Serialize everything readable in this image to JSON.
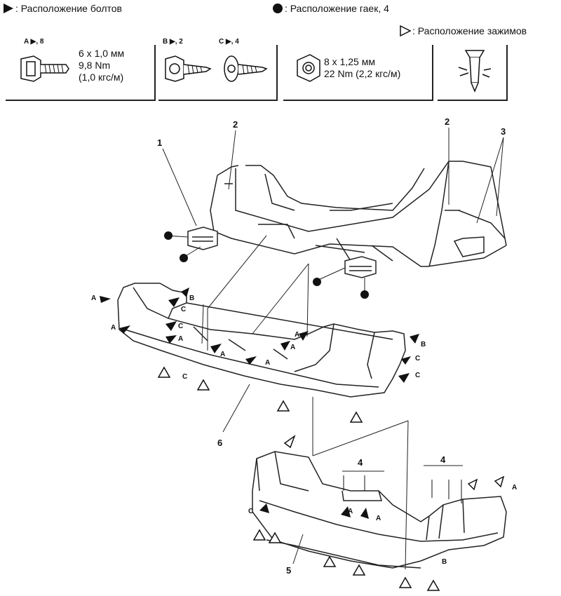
{
  "legend": {
    "bolts_label": ": Расположение болтов",
    "nuts_label": ": Расположение гаек, 4",
    "clips_label": ": Расположение зажимов"
  },
  "fasteners": {
    "bolt_a": {
      "code": "A ▶, 8",
      "size": "6 x 1,0 мм",
      "torque": "9,8 Nm",
      "torque_alt": "(1,0 кгс/м)"
    },
    "bolt_b": {
      "code": "B ▶, 2"
    },
    "bolt_c": {
      "code": "C ▶, 4"
    },
    "nut": {
      "size": "8 x 1,25 мм",
      "torque": "22 Nm (2,2 кгс/м)"
    }
  },
  "callouts": {
    "c1": "1",
    "c2a": "2",
    "c2b": "2",
    "c3": "3",
    "c4a": "4",
    "c4b": "4",
    "c5": "5",
    "c6": "6"
  },
  "letters": {
    "A": "A",
    "B": "B",
    "C": "C"
  }
}
